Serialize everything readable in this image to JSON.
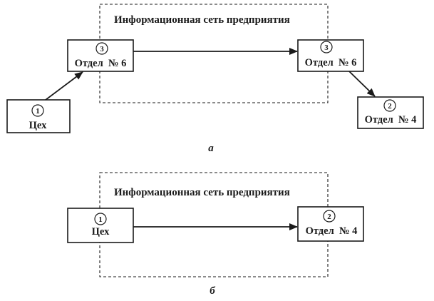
{
  "diagram_a": {
    "network_label": "Информационная сеть предприятия",
    "caption": "а",
    "nodes": {
      "workshop": {
        "number": "1",
        "label": "Цех"
      },
      "dept6_left": {
        "number": "3",
        "label": "Отдел  № 6"
      },
      "dept6_right": {
        "number": "3",
        "label": "Отдел  № 6"
      },
      "dept4": {
        "number": "2",
        "label": "Отдел  № 4"
      }
    }
  },
  "diagram_b": {
    "network_label": "Информационная сеть предприятия",
    "caption": "б",
    "nodes": {
      "workshop": {
        "number": "1",
        "label": "Цех"
      },
      "dept4": {
        "number": "2",
        "label": "Отдел  № 4"
      }
    }
  }
}
